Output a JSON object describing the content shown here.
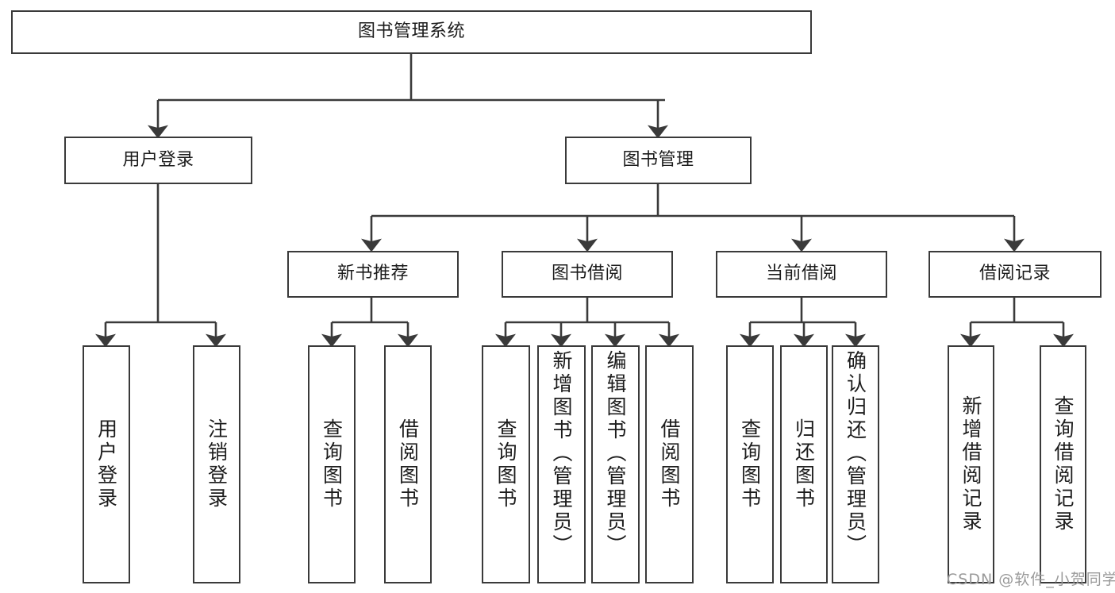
{
  "diagram": {
    "title": "图书管理系统",
    "watermark": "CSDN @软件_小贺同学",
    "colors": {
      "stroke": "#3a3a3a",
      "fill": "#ffffff",
      "text": "#1c1c1c",
      "watermark": "#9a9a9a"
    },
    "root": {
      "label": "图书管理系统"
    },
    "level2": [
      {
        "label": "用户登录"
      },
      {
        "label": "图书管理"
      }
    ],
    "level3": [
      {
        "label": "新书推荐"
      },
      {
        "label": "图书借阅"
      },
      {
        "label": "当前借阅"
      },
      {
        "label": "借阅记录"
      }
    ],
    "leaves": {
      "user_login": [
        {
          "label": "用户登录"
        },
        {
          "label": "注销登录"
        }
      ],
      "new_book": [
        {
          "label": "查询图书"
        },
        {
          "label": "借阅图书"
        }
      ],
      "book_borrow": [
        {
          "label": "查询图书"
        },
        {
          "label": "新增图书（管理员）"
        },
        {
          "label": "编辑图书（管理员）"
        },
        {
          "label": "借阅图书"
        }
      ],
      "current_borrow": [
        {
          "label": "查询图书"
        },
        {
          "label": "归还图书"
        },
        {
          "label": "确认归还（管理员）"
        }
      ],
      "borrow_record": [
        {
          "label": "新增借阅记录"
        },
        {
          "label": "查询借阅记录"
        }
      ]
    }
  }
}
